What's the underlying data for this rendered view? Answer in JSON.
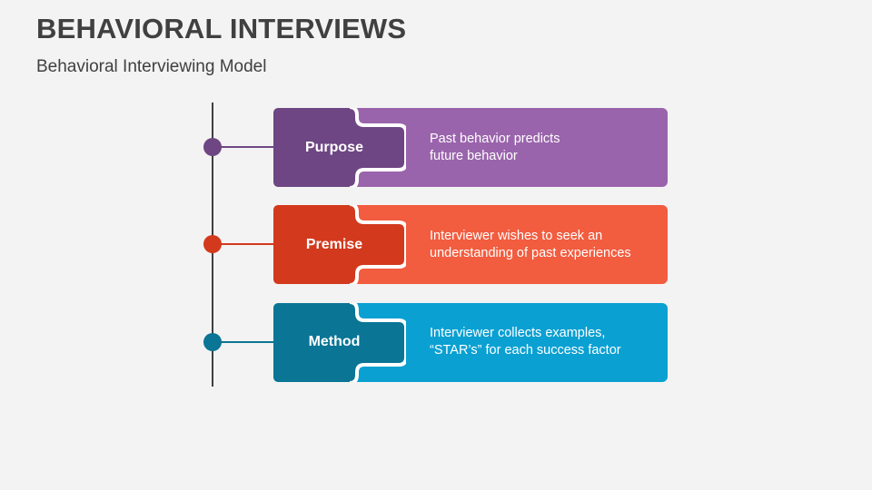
{
  "header": {
    "title": "BEHAVIORAL INTERVIEWS",
    "subtitle": "Behavioral Interviewing Model"
  },
  "rows": [
    {
      "label": "Purpose",
      "line1": "Past behavior predicts",
      "line2": "future behavior",
      "colors": {
        "main": "#9a64ac",
        "dark": "#6e4683",
        "dot": "#6e4683"
      }
    },
    {
      "label": "Premise",
      "line1": "Interviewer wishes to seek an",
      "line2": "understanding of past experiences",
      "colors": {
        "main": "#f25c3f",
        "dark": "#d3391c",
        "dot": "#d3391c"
      }
    },
    {
      "label": "Method",
      "line1": "Interviewer collects examples,",
      "line2": "“STAR’s” for each success factor",
      "colors": {
        "main": "#0aa0d2",
        "dark": "#0a7595",
        "dot": "#0a7595"
      }
    }
  ]
}
